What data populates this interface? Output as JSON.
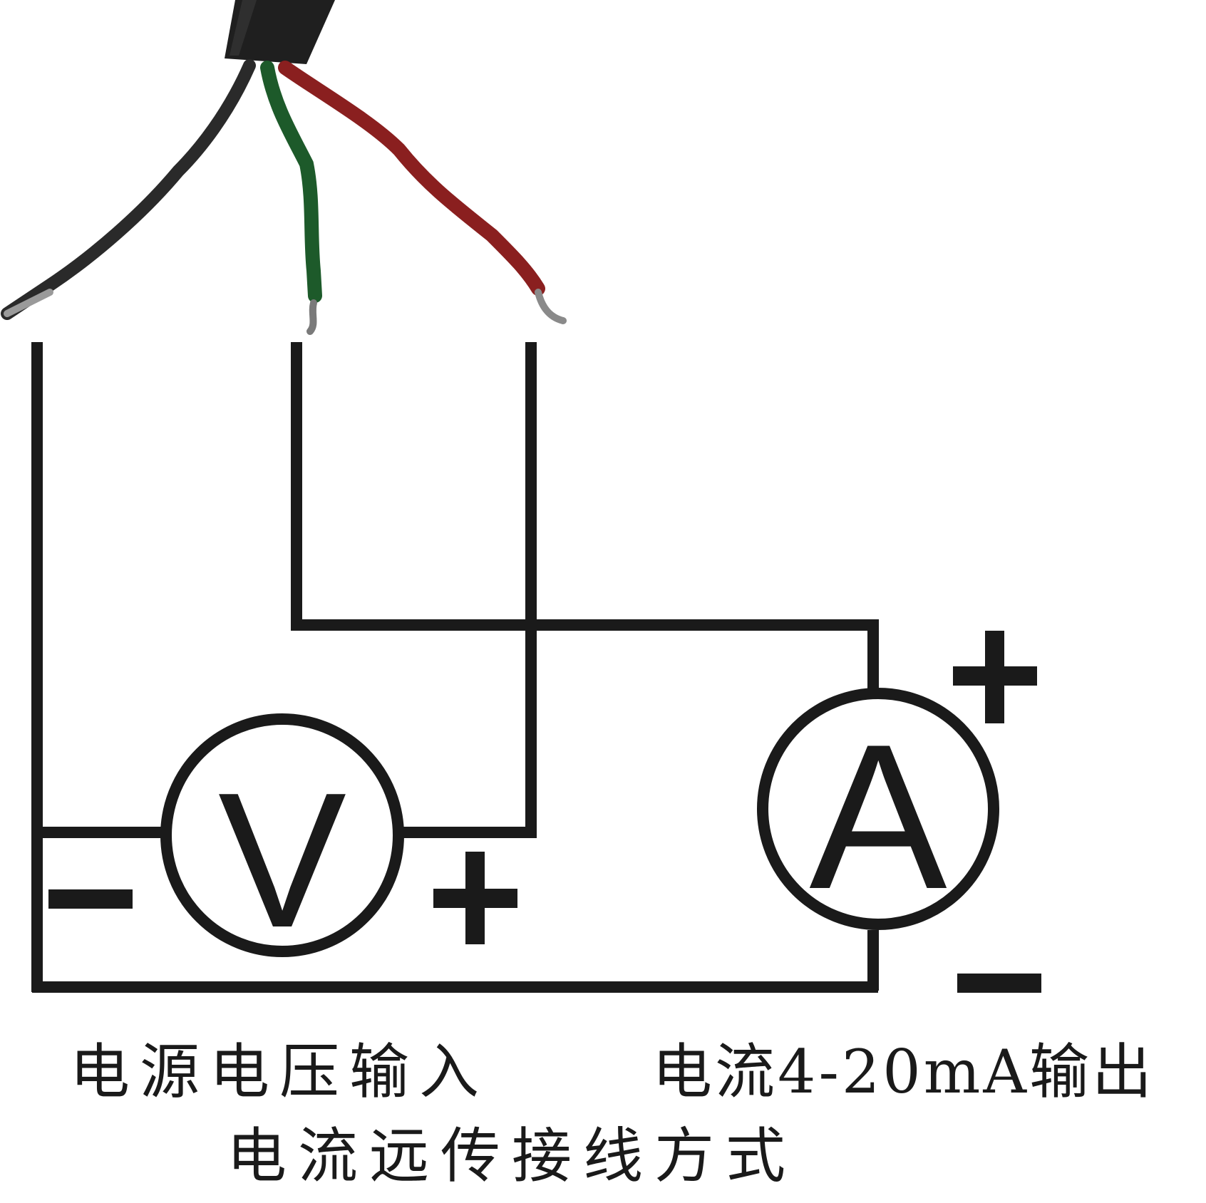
{
  "diagram": {
    "meters": {
      "voltmeter_symbol": "V",
      "ammeter_symbol": "A"
    },
    "polarity": {
      "voltmeter_negative": "−",
      "voltmeter_positive": "+",
      "ammeter_positive": "+",
      "ammeter_negative": "−"
    },
    "wires": {
      "colors": {
        "black": "#2a2a2a",
        "green": "#1d5a2a",
        "red": "#8a1f1f"
      }
    },
    "labels": {
      "left": "电源电压输入",
      "right": "电流4-20mA输出",
      "title": "电流远传接线方式"
    }
  }
}
